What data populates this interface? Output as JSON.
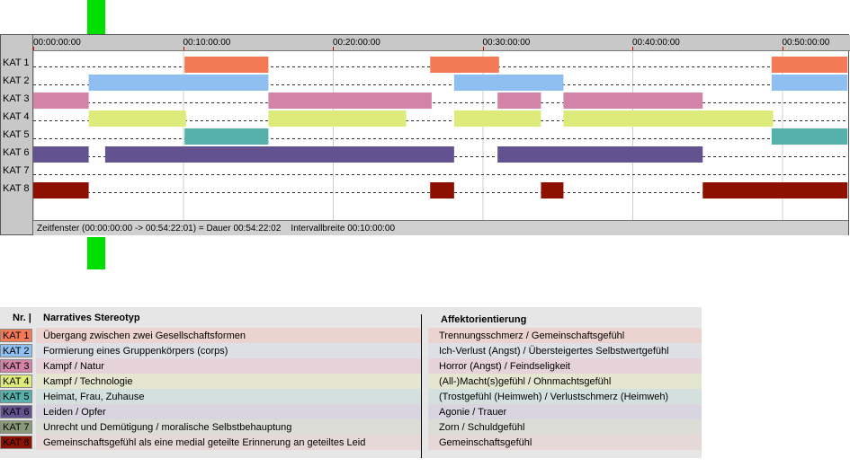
{
  "chart_data": {
    "type": "timeline",
    "x_range": [
      "00:00:00:00",
      "00:54:22:01"
    ],
    "ticks": [
      "00:00:00:00",
      "00:10:00:00",
      "00:20:00:00",
      "00:30:00:00",
      "00:40:00:00",
      "00:50:00:00"
    ],
    "rows": [
      "KAT 1",
      "KAT 2",
      "KAT 3",
      "KAT 4",
      "KAT 5",
      "KAT 6",
      "KAT 7",
      "KAT 8"
    ],
    "colors": [
      "#f47a55",
      "#8fbff0",
      "#d383a8",
      "#ddeb7a",
      "#56b1ad",
      "#62528f",
      "#8a9a78",
      "#8e1000"
    ],
    "segments": [
      {
        "row": 0,
        "start": 10.1,
        "end": 15.7
      },
      {
        "row": 0,
        "start": 26.5,
        "end": 31.1
      },
      {
        "row": 0,
        "start": 49.3,
        "end": 54.37
      },
      {
        "row": 1,
        "start": 3.7,
        "end": 15.7
      },
      {
        "row": 1,
        "start": 28.1,
        "end": 35.4
      },
      {
        "row": 1,
        "start": 49.3,
        "end": 54.37
      },
      {
        "row": 2,
        "start": 0.0,
        "end": 3.7
      },
      {
        "row": 2,
        "start": 15.7,
        "end": 26.6
      },
      {
        "row": 2,
        "start": 31.0,
        "end": 33.9
      },
      {
        "row": 2,
        "start": 35.4,
        "end": 44.7
      },
      {
        "row": 3,
        "start": 3.7,
        "end": 10.2
      },
      {
        "row": 3,
        "start": 15.7,
        "end": 24.9
      },
      {
        "row": 3,
        "start": 28.1,
        "end": 33.9
      },
      {
        "row": 3,
        "start": 35.4,
        "end": 49.4
      },
      {
        "row": 4,
        "start": 10.1,
        "end": 15.7
      },
      {
        "row": 4,
        "start": 49.3,
        "end": 54.37
      },
      {
        "row": 5,
        "start": 0.0,
        "end": 3.7
      },
      {
        "row": 5,
        "start": 4.8,
        "end": 28.1
      },
      {
        "row": 5,
        "start": 31.0,
        "end": 44.7
      },
      {
        "row": 7,
        "start": 0.0,
        "end": 3.7
      },
      {
        "row": 7,
        "start": 26.5,
        "end": 28.1
      },
      {
        "row": 7,
        "start": 33.9,
        "end": 35.4
      },
      {
        "row": 7,
        "start": 44.7,
        "end": 54.37
      }
    ]
  },
  "status": {
    "text": "Zeitfenster (00:00:00:00 -> 00:54:22:01) = Dauer 00:54:22:02    Intervallbreite 00:10:00:00"
  },
  "legend": {
    "header_nr": "Nr. |",
    "header_narrative": "Narratives Stereotyp",
    "header_affect": "Affektorientierung",
    "rows": [
      {
        "kat": "KAT 1",
        "narrative": "Übergang zwischen zwei Gesellschaftsformen",
        "affect": "Trennungsschmerz / Gemeinschaftsgefühl",
        "bg": "#ebd3cf"
      },
      {
        "kat": "KAT 2",
        "narrative": "Formierung eines Gruppenkörpers (corps)",
        "affect": "Ich-Verlust (Angst) / Übersteigertes Selbstwertgefühl",
        "bg": "#dfe0e6"
      },
      {
        "kat": "KAT 3",
        "narrative": "Kampf / Natur",
        "affect": "Horror (Angst) / Feindseligkeit",
        "bg": "#e5d3d9"
      },
      {
        "kat": "KAT 4",
        "narrative": "Kampf / Technologie",
        "affect": "(All-)Macht(s)gefühl / Ohnmachtsgefühl",
        "bg": "#e4e6d0"
      },
      {
        "kat": "KAT 5",
        "narrative": "Heimat, Frau, Zuhause",
        "affect": "(Trostgefühl (Heimweh) / Verlustschmerz (Heimweh)",
        "bg": "#d3e0de"
      },
      {
        "kat": "KAT 6",
        "narrative": "Leiden / Opfer",
        "affect": "Agonie / Trauer",
        "bg": "#d9d5e0"
      },
      {
        "kat": "KAT 7",
        "narrative": "Unrecht und Demütigung / moralische Selbstbehauptung",
        "affect": "Zorn / Schuldgefühl",
        "bg": "#dcdcd6"
      },
      {
        "kat": "KAT 8",
        "narrative": "Gemeinschaftsgefühl als eine medial geteilte Erinnerung an geteiltes Leid",
        "affect": "Gemeinschaftsgefühl",
        "bg": "#e6d8d8"
      }
    ]
  }
}
